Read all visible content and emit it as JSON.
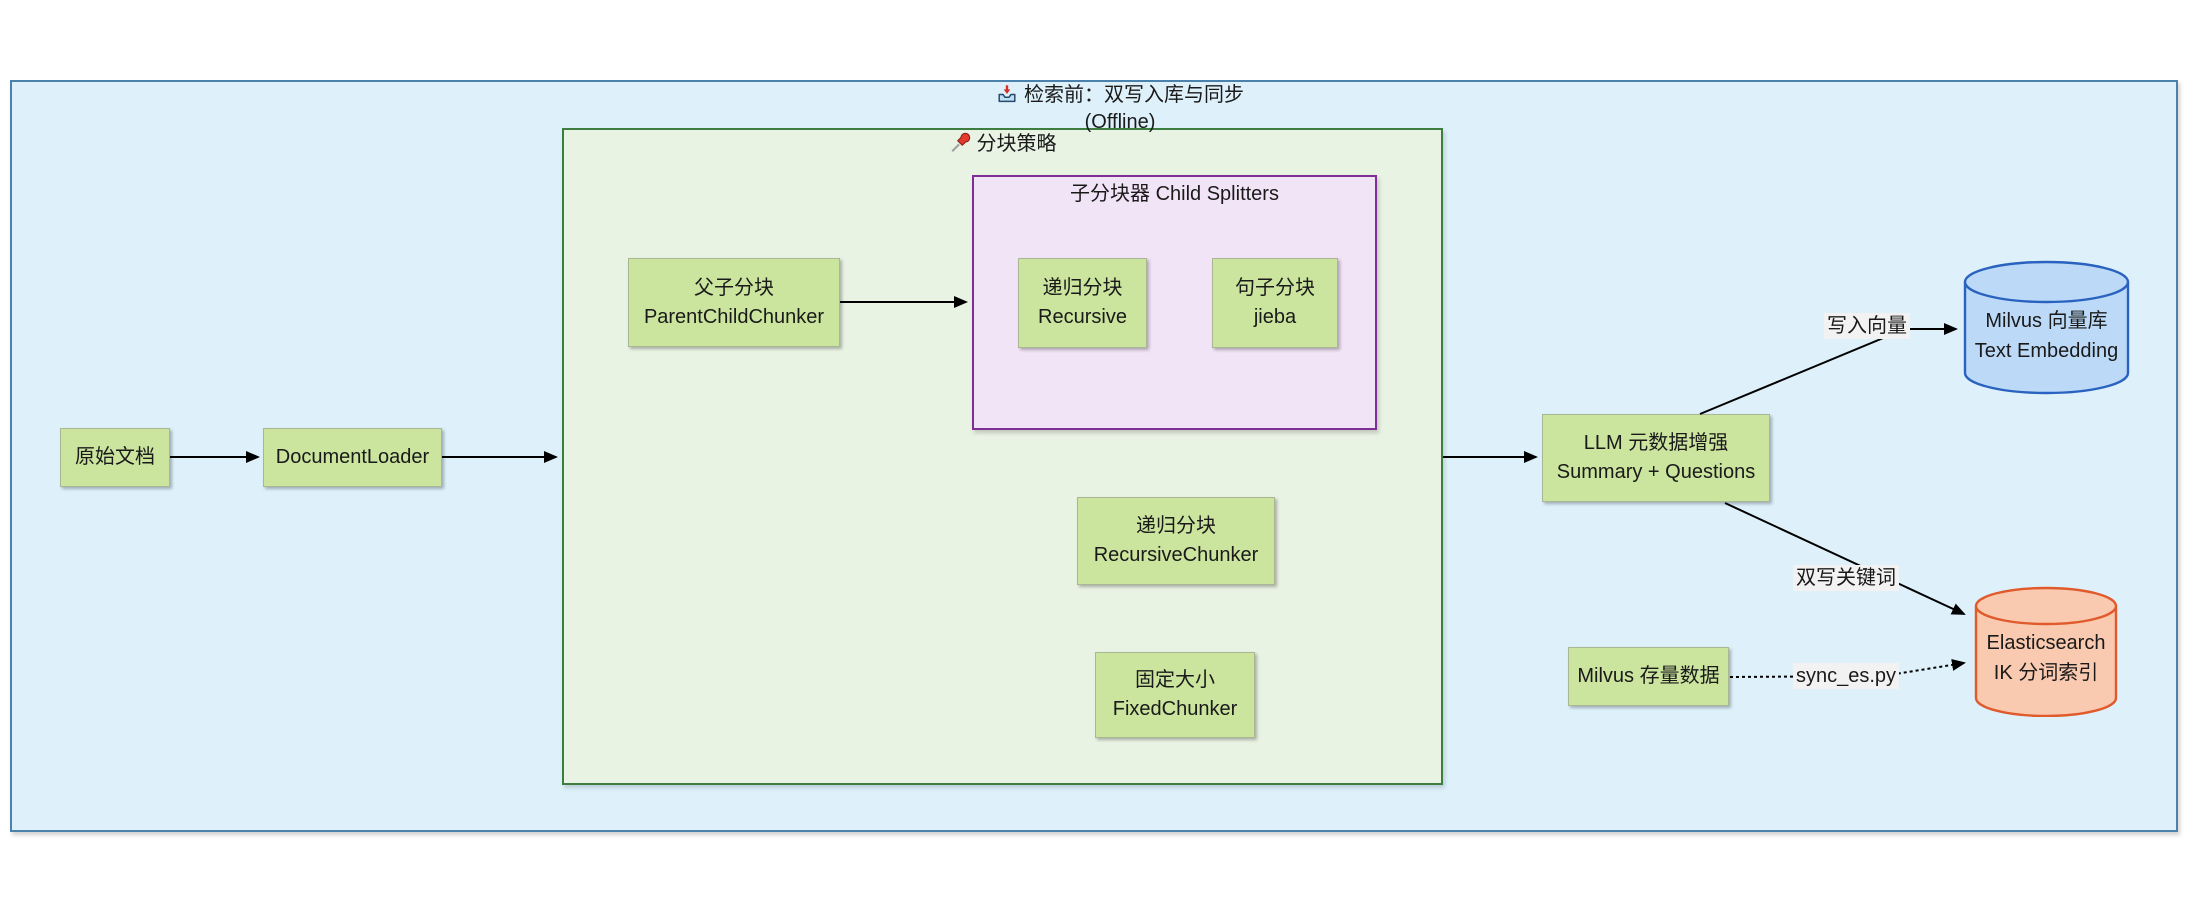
{
  "diagram": {
    "title": {
      "icon": "inbox-tray-icon",
      "line1": "检索前：双写入库与同步",
      "line2": "(Offline)"
    },
    "containers": {
      "chunking_strategy": {
        "icon": "pushpin-icon",
        "label": "分块策略"
      },
      "child_splitters": {
        "label": "子分块器 Child Splitters"
      }
    },
    "nodes": {
      "raw_docs": {
        "label": "原始文档"
      },
      "document_loader": {
        "label": "DocumentLoader"
      },
      "parent_child": {
        "line1": "父子分块",
        "line2": "ParentChildChunker"
      },
      "recursive_child": {
        "line1": "递归分块",
        "line2": "Recursive"
      },
      "sentence_child": {
        "line1": "句子分块",
        "line2": "jieba"
      },
      "recursive_chunker": {
        "line1": "递归分块",
        "line2": "RecursiveChunker"
      },
      "fixed_chunker": {
        "line1": "固定大小",
        "line2": "FixedChunker"
      },
      "llm_enrich": {
        "line1": "LLM 元数据增强",
        "line2": "Summary + Questions"
      },
      "milvus_existing": {
        "label": "Milvus 存量数据"
      },
      "milvus_db": {
        "line1": "Milvus 向量库",
        "line2": "Text Embedding"
      },
      "elasticsearch": {
        "line1": "Elasticsearch",
        "line2": "IK 分词索引"
      }
    },
    "edge_labels": {
      "write_vector": "写入向量",
      "dual_write_keywords": "双写关键词",
      "sync_script": "sync_es.py"
    },
    "colors": {
      "outer_fill": "#def1fb",
      "outer_stroke": "#4a82ad",
      "chunking_fill": "#e9f3e4",
      "chunking_stroke": "#3d7d3f",
      "child_splitters_fill": "#f2e4f7",
      "child_splitters_stroke": "#7d2f96",
      "node_fill": "#cbe49e",
      "node_stroke": "#a9b794",
      "milvus_fill": "#bcdaf7",
      "milvus_stroke": "#2a62bf",
      "elasticsearch_fill": "#f9c9b0",
      "elasticsearch_stroke": "#e05a2b",
      "edge_label_bg": "#f2f2f2",
      "arrow": "#000000"
    }
  }
}
